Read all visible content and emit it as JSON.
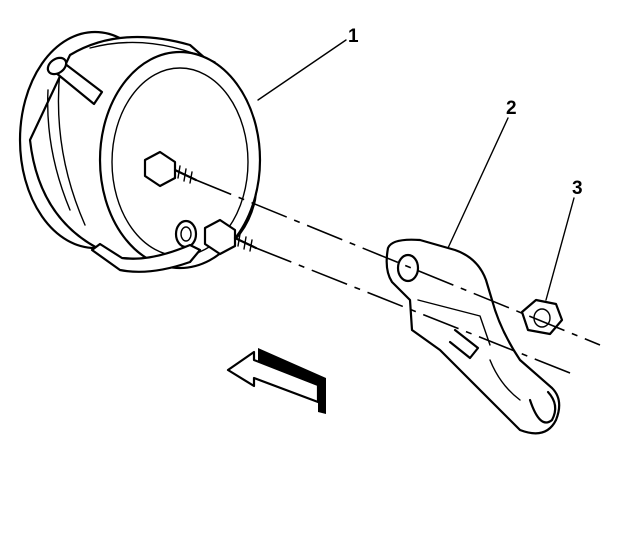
{
  "diagram": {
    "callouts": [
      {
        "id": "1",
        "label": "1"
      },
      {
        "id": "2",
        "label": "2"
      },
      {
        "id": "3",
        "label": "3"
      }
    ],
    "colors": {
      "line": "#000000",
      "background": "#ffffff"
    },
    "icons": {
      "direction_arrow": "forward-arrow-icon"
    }
  }
}
